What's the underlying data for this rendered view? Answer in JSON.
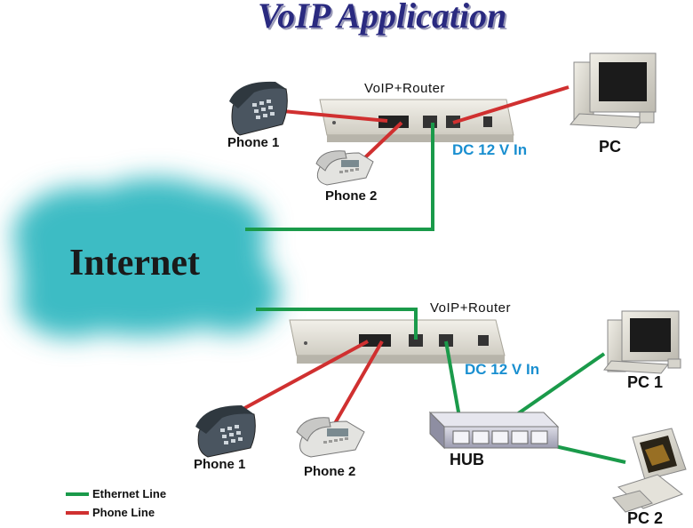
{
  "title": "VoIP Application",
  "cloud_label": "Internet",
  "top": {
    "router_label": "VoIP+Router",
    "power_label": "DC 12 V In",
    "phone1_label": "Phone 1",
    "phone2_label": "Phone 2",
    "pc_label": "PC"
  },
  "bottom": {
    "router_label": "VoIP+Router",
    "power_label": "DC 12 V In",
    "phone1_label": "Phone 1",
    "phone2_label": "Phone 2",
    "hub_label": "HUB",
    "pc1_label": "PC 1",
    "pc2_label": "PC 2"
  },
  "legend": [
    {
      "label": "Ethernet Line",
      "color": "#1a9a4a"
    },
    {
      "label": "Phone Line",
      "color": "#d03030"
    }
  ],
  "colors": {
    "ethernet": "#1a9a4a",
    "phone": "#d03030",
    "cloud": "#3cbcc4",
    "title": "#2a2a80",
    "power_text": "#1a8fd0"
  }
}
